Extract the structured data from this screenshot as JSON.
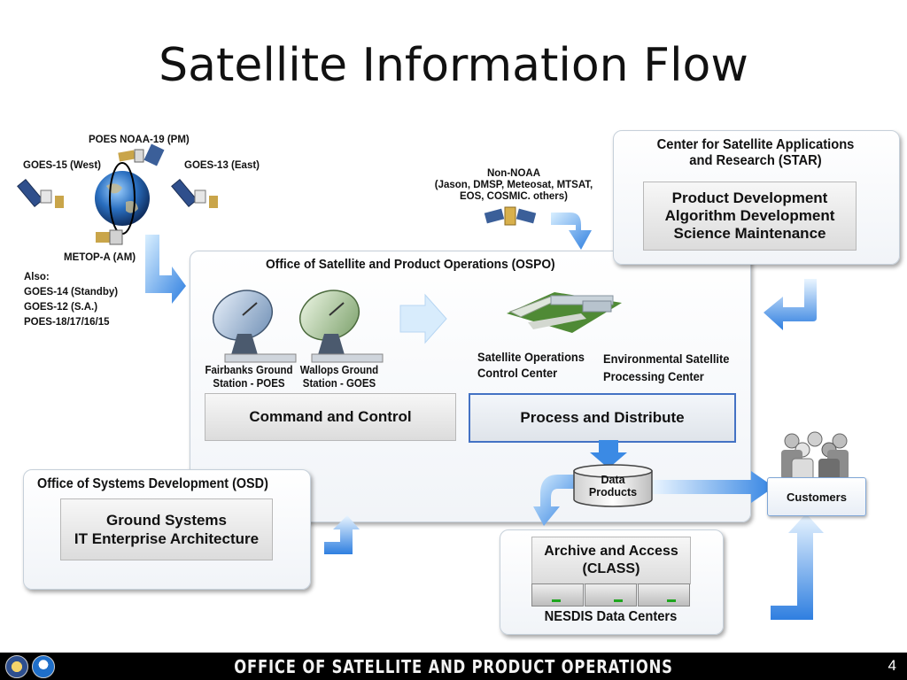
{
  "slide": {
    "title": "Satellite Information Flow",
    "page_number": "4"
  },
  "satellites": {
    "poes_noaa19": "POES NOAA-19 (PM)",
    "goes15": "GOES-15 (West)",
    "goes13": "GOES-13 (East)",
    "metop": "METOP-A (AM)",
    "also": [
      "Also:",
      "GOES-14 (Standby)",
      "GOES-12 (S.A.)",
      "POES-18/17/16/15"
    ],
    "non_noaa_title": "Non-NOAA",
    "non_noaa_list": "(Jason, DMSP, Meteosat, MTSAT,",
    "non_noaa_list2": "EOS, COSMIC. others)"
  },
  "star": {
    "title_line1": "Center for Satellite Applications",
    "title_line2": "and Research (STAR)",
    "box_line1": "Product Development",
    "box_line2": "Algorithm Development",
    "box_line3": "Science Maintenance"
  },
  "ospo": {
    "title": "Office of Satellite and Product Operations (OSPO)",
    "fairbanks_line1": "Fairbanks Ground",
    "fairbanks_line2": "Station - POES",
    "wallops_line1": "Wallops Ground",
    "wallops_line2": "Station - GOES",
    "soc_line1": "Satellite Operations",
    "soc_line2": "Control Center",
    "espc_line1": "Environmental Satellite",
    "espc_line2": "Processing Center",
    "command": "Command and Control",
    "process": "Process and Distribute"
  },
  "osd": {
    "title": "Office of Systems Development (OSD)",
    "box_line1": "Ground Systems",
    "box_line2": "IT Enterprise Architecture"
  },
  "data_products": {
    "line1": "Data",
    "line2": "Products"
  },
  "customers": "Customers",
  "archive": {
    "line1": "Archive and Access",
    "line2": "(CLASS)",
    "centers": "NESDIS Data Centers"
  },
  "footer": {
    "title": "OFFICE OF SATELLITE AND PRODUCT OPERATIONS"
  },
  "colors": {
    "arrow_blue": "#3f8fe6",
    "arrow_light": "#bfe0fb",
    "process_border": "#4472c4",
    "footer_bg": "#000000"
  }
}
